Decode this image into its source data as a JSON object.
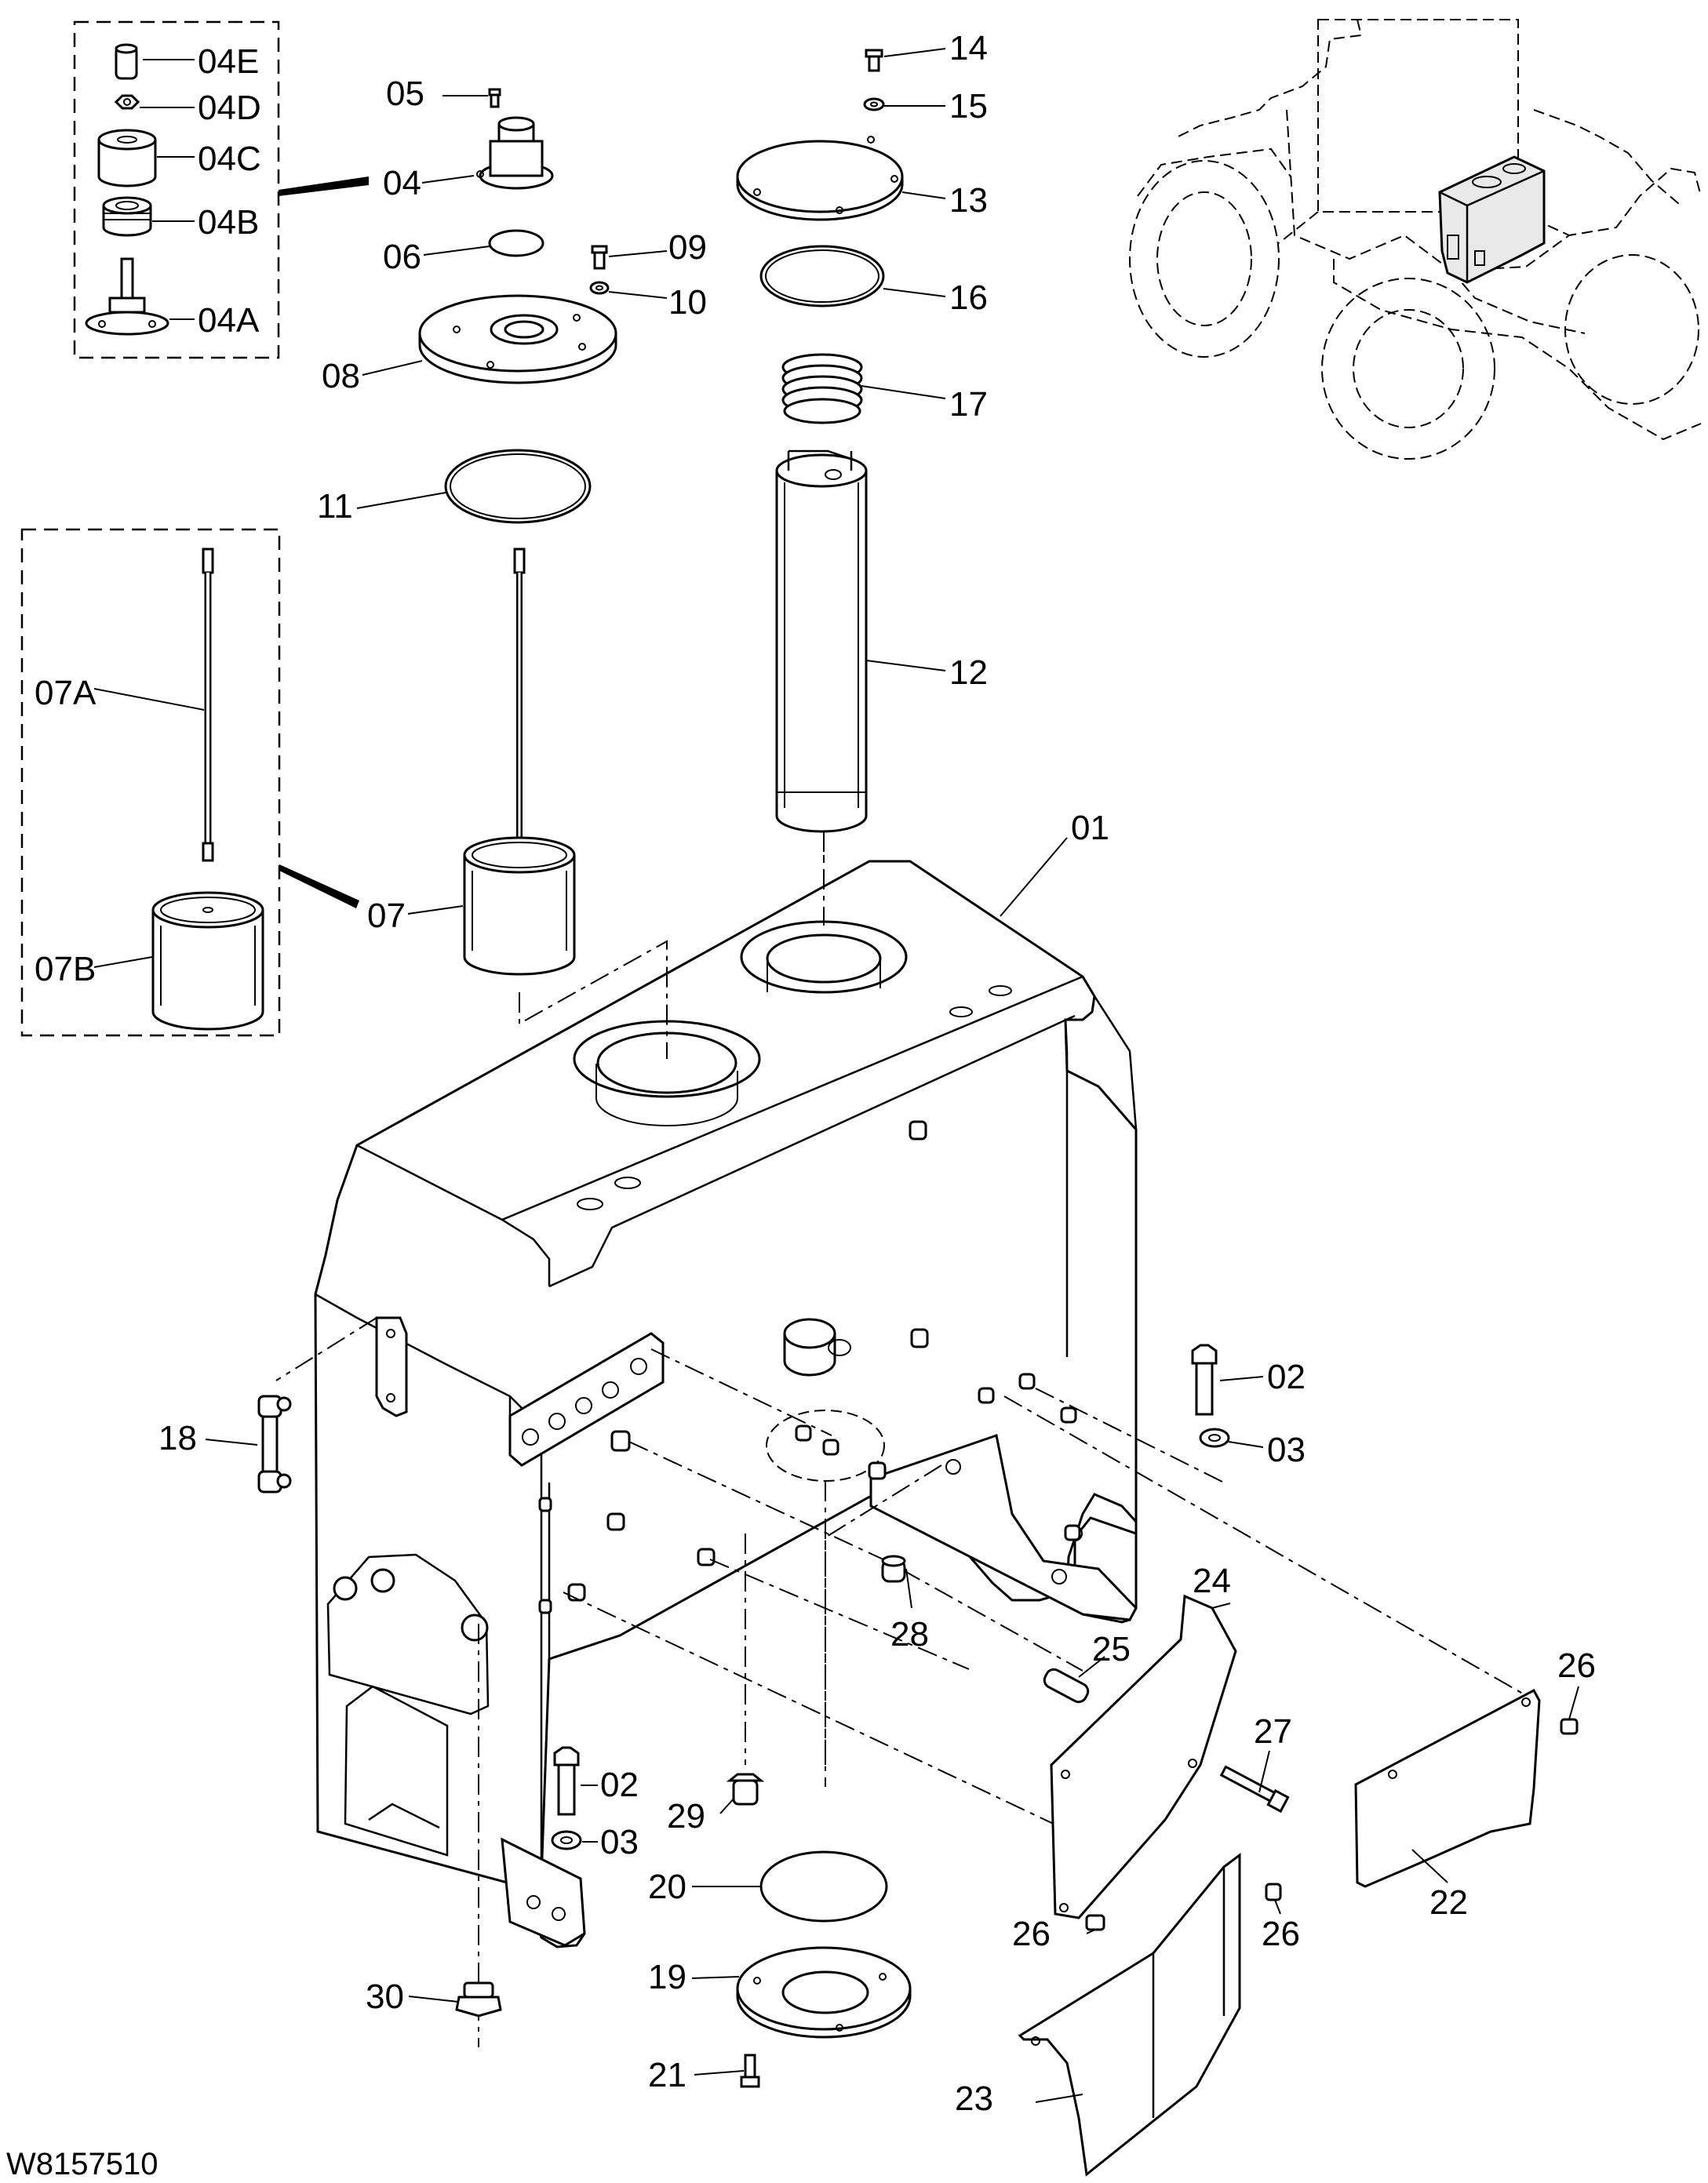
{
  "drawing_ref": "W8157510",
  "callouts": {
    "c01": "01",
    "c02a": "02",
    "c02b": "02",
    "c03a": "03",
    "c03b": "03",
    "c04": "04",
    "c04a": "04A",
    "c04b": "04B",
    "c04c": "04C",
    "c04d": "04D",
    "c04e": "04E",
    "c05": "05",
    "c06": "06",
    "c07": "07",
    "c07a": "07A",
    "c07b": "07B",
    "c08": "08",
    "c09": "09",
    "c10": "10",
    "c11": "11",
    "c12": "12",
    "c13": "13",
    "c14": "14",
    "c15": "15",
    "c16": "16",
    "c17": "17",
    "c18": "18",
    "c19": "19",
    "c20": "20",
    "c21": "21",
    "c22": "22",
    "c23": "23",
    "c24": "24",
    "c25": "25",
    "c26a": "26",
    "c26b": "26",
    "c26c": "26",
    "c27": "27",
    "c28": "28",
    "c29": "29",
    "c30": "30"
  }
}
